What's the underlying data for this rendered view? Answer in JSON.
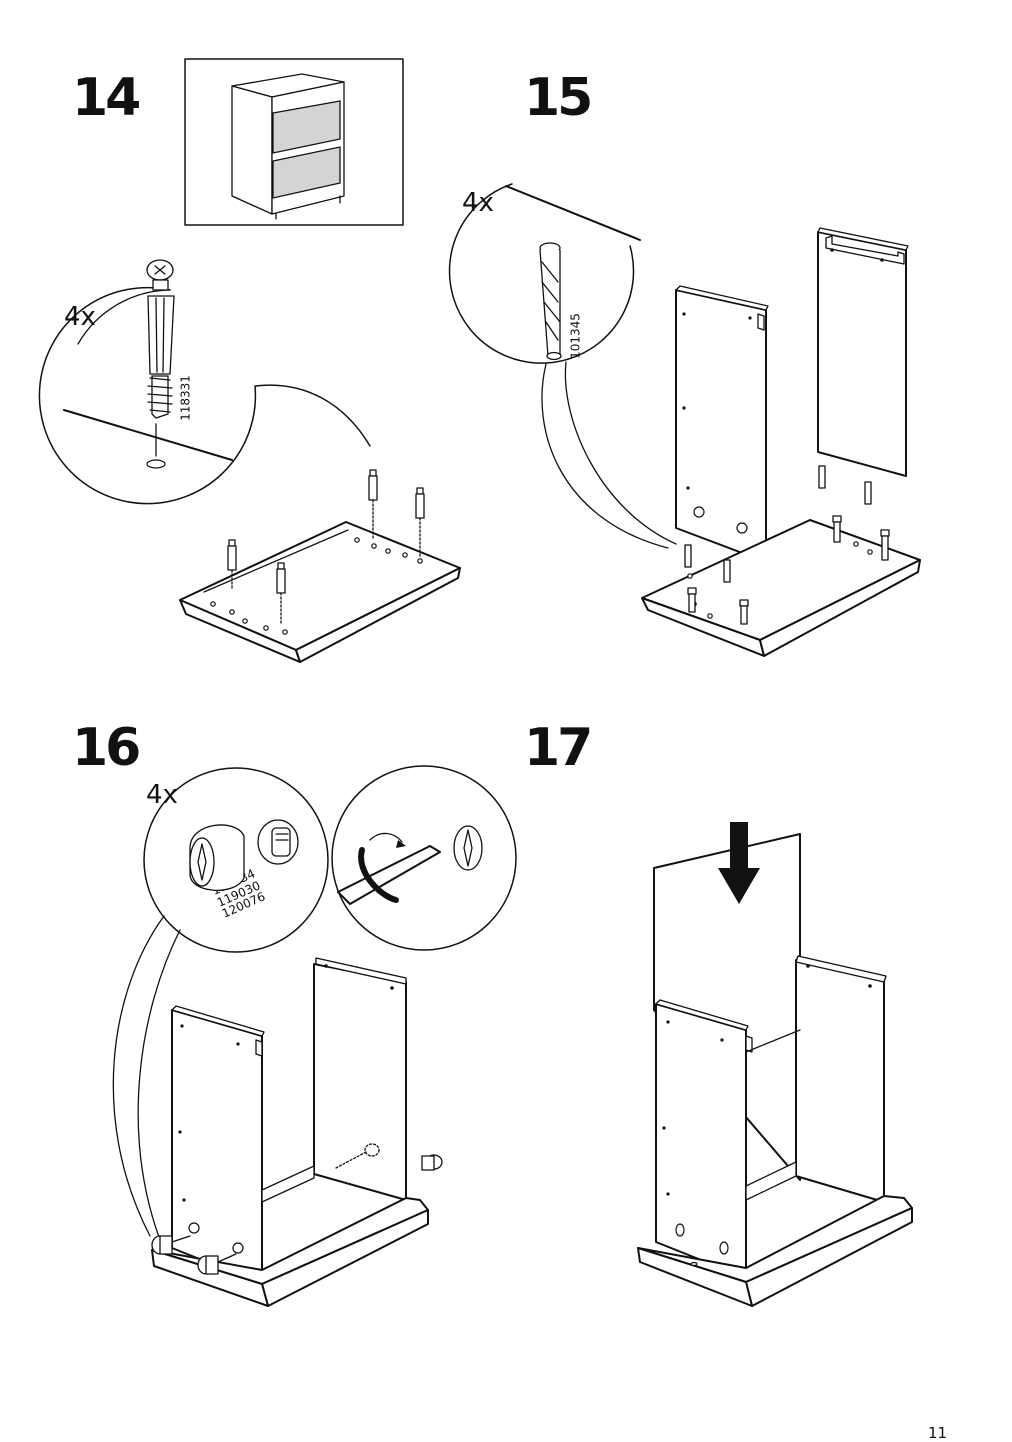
{
  "steps": [
    {
      "number": "14",
      "quantity": "4x",
      "part_number": "118331"
    },
    {
      "number": "15",
      "quantity": "4x",
      "part_number": "101345"
    },
    {
      "number": "16",
      "quantity": "4x",
      "part_numbers": [
        "117434",
        "119030",
        "120076"
      ]
    },
    {
      "number": "17"
    }
  ],
  "page_number": "11"
}
